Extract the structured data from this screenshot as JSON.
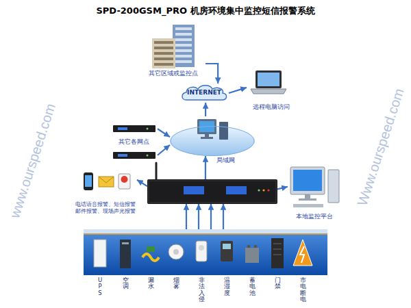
{
  "diagram": {
    "title": "SPD-200GSM_PRO 机房环境集中监控短信报警系统",
    "nodes": [
      {
        "text": [
          "其它区域或监控点"
        ]
      },
      {
        "text": [
          "INTERNET"
        ]
      },
      {
        "text": [
          "远程电脑访问"
        ]
      },
      {
        "text": [
          "其它各网点"
        ]
      },
      {
        "text": [
          "局域网"
        ]
      },
      {
        "text": [
          "电话语音报警、短信报警",
          "邮件报警、现场声光报警"
        ]
      },
      {
        "text": []
      },
      {
        "text": [
          "本地监控平台"
        ]
      },
      {
        "text": []
      },
      {
        "text": [
          "UPS"
        ],
        "in": 8
      },
      {
        "text": [
          "空调"
        ],
        "in": 8
      },
      {
        "text": [
          "漏水"
        ],
        "in": 8
      },
      {
        "text": [
          "烟雾"
        ],
        "in": 8
      },
      {
        "text": [
          "非法入侵"
        ],
        "in": 8
      },
      {
        "text": [
          "温湿度"
        ],
        "in": 8
      },
      {
        "text": [
          "蓄电池"
        ],
        "in": 8
      },
      {
        "text": [
          "门禁"
        ],
        "in": 8
      },
      {
        "text": [
          "市电断电"
        ],
        "in": 8
      }
    ],
    "edges": [
      {
        "from": 0,
        "to": 1,
        "arrow": "to"
      },
      {
        "from": 1,
        "to": 2,
        "arrow": "to"
      },
      {
        "from": 4,
        "to": 1,
        "arrow": "to"
      },
      {
        "from": 3,
        "to": 4,
        "arrow": "to"
      },
      {
        "from": 3,
        "to": 4,
        "arrow": "to"
      },
      {
        "from": 6,
        "to": 4,
        "arrow": "to"
      },
      {
        "from": 6,
        "to": 5,
        "arrow": "to"
      },
      {
        "from": 6,
        "to": 7,
        "arrow": "to"
      },
      {
        "from": 8,
        "to": 6,
        "arrow": "to"
      },
      {
        "from": 8,
        "to": 6,
        "arrow": "to"
      },
      {
        "from": 8,
        "to": 6,
        "arrow": "to"
      },
      {
        "from": 8,
        "to": 6,
        "arrow": "to"
      }
    ],
    "labels": [
      "www.ourspeed.com",
      "Www.ourspeed.com"
    ]
  }
}
